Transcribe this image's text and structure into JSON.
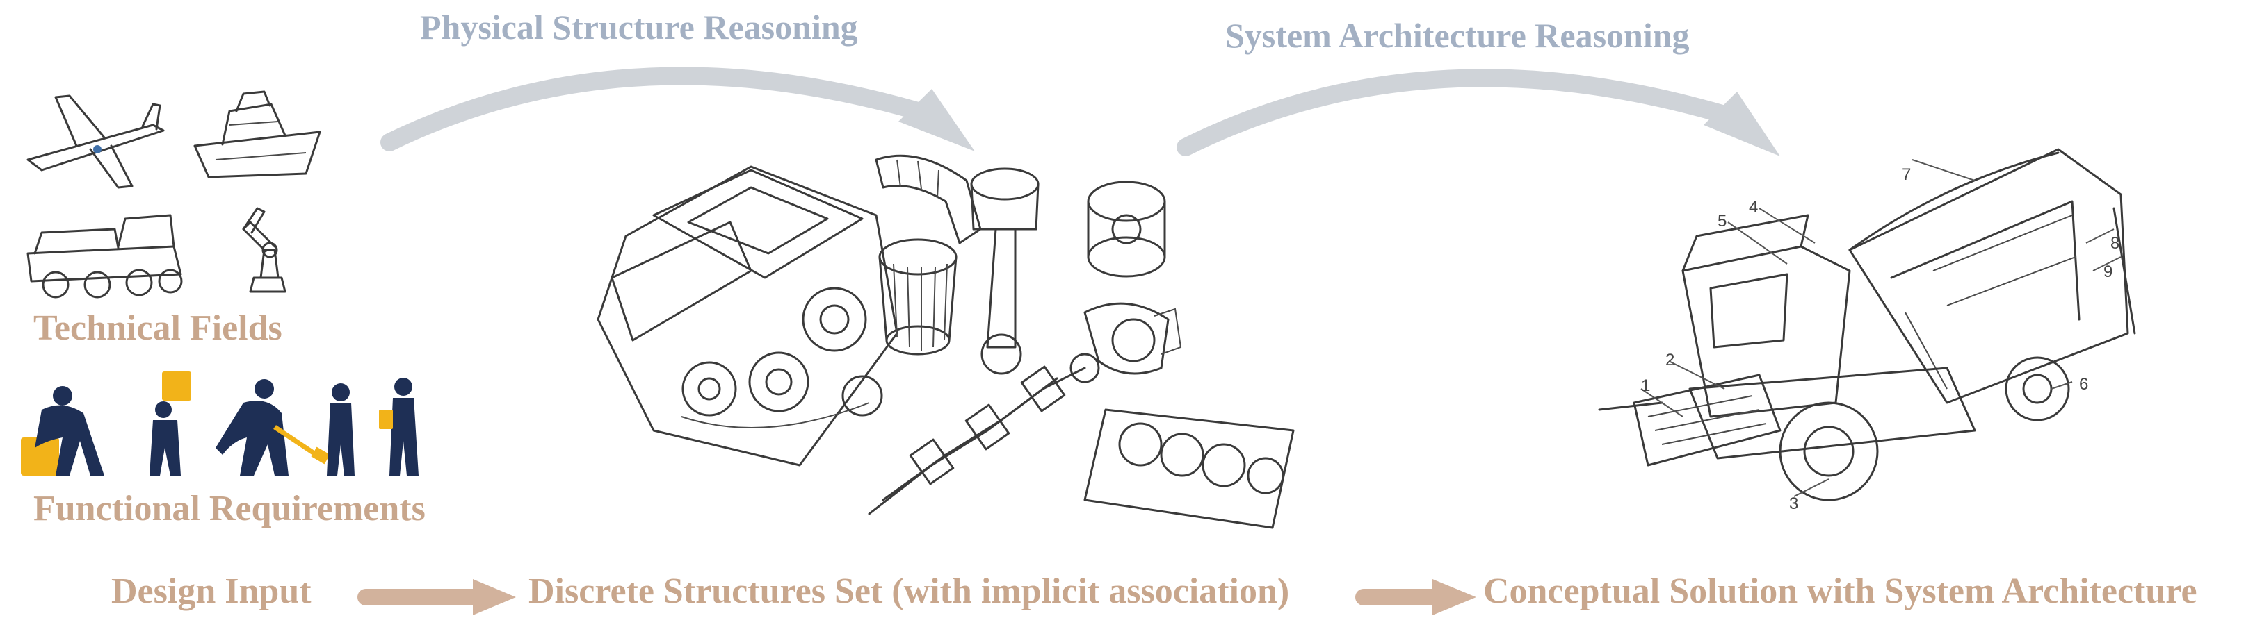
{
  "stages": {
    "physical_reasoning": "Physical Structure Reasoning",
    "system_reasoning": "System Architecture Reasoning"
  },
  "left_panel": {
    "technical_fields": "Technical Fields",
    "functional_requirements": "Functional Requirements"
  },
  "bottom_flow": {
    "design_input": "Design Input",
    "discrete_structures": "Discrete Structures Set (with implicit association)",
    "conceptual_solution": "Conceptual Solution with System Architecture"
  },
  "machine_callouts": [
    "1",
    "2",
    "3",
    "4",
    "5",
    "6",
    "7",
    "8",
    "9"
  ],
  "colors": {
    "label_tan": "#c8a68c",
    "label_blue": "#a3b0c3",
    "arc_gray": "#cfd3d8",
    "arrow_tan": "#d2b29c",
    "worker_navy": "#1e2f55",
    "accent_yellow": "#f2b319"
  }
}
